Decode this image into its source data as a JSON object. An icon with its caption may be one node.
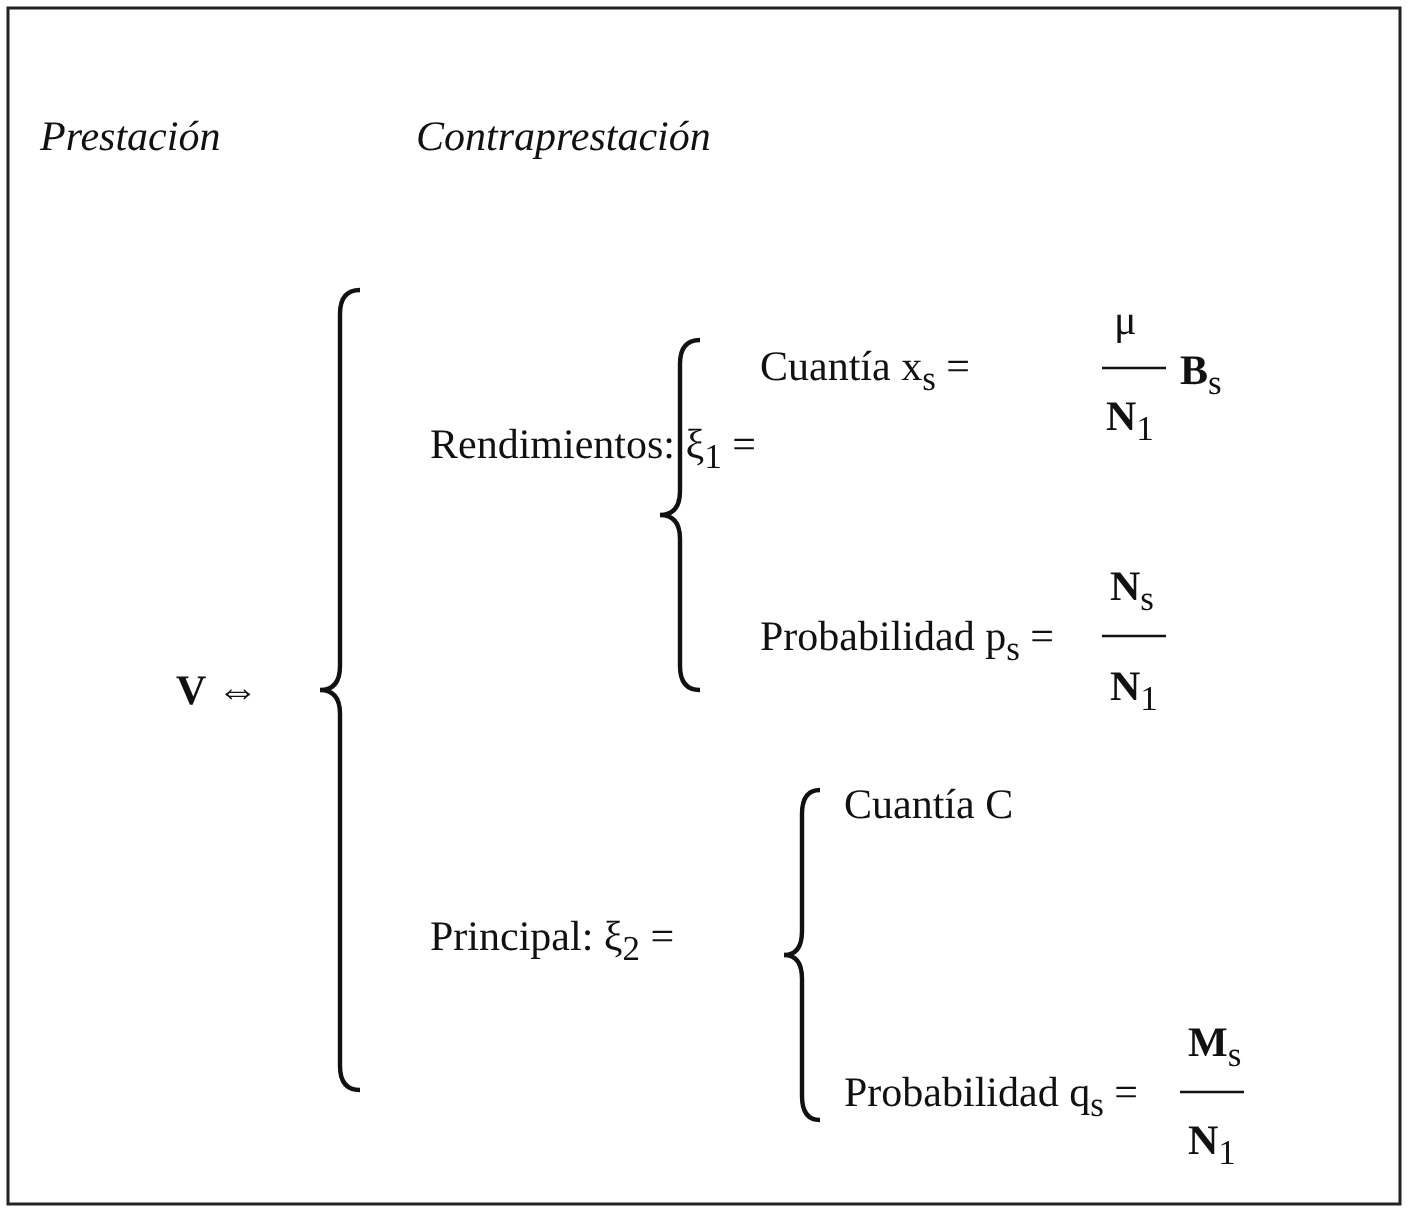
{
  "diagram": {
    "labels": [
      "Prestación",
      "Contraprestación",
      "μ",
      "Cuantía x$_{s}$ =",
      "**B**$_{s}$",
      "**N**$_{1}$",
      "Rendimientos:  ξ$_{1}$ =",
      "**N**$_{s}$",
      "Probabilidad p$_{s}$ =",
      "**N**$_{1}$",
      "**V** ⇔",
      "Cuantía C",
      "Principal:  ξ$_{2}$ =",
      "**M**$_{s}$",
      "Probabilidad q$_{s}$ =",
      "**N**$_{1}$"
    ]
  }
}
